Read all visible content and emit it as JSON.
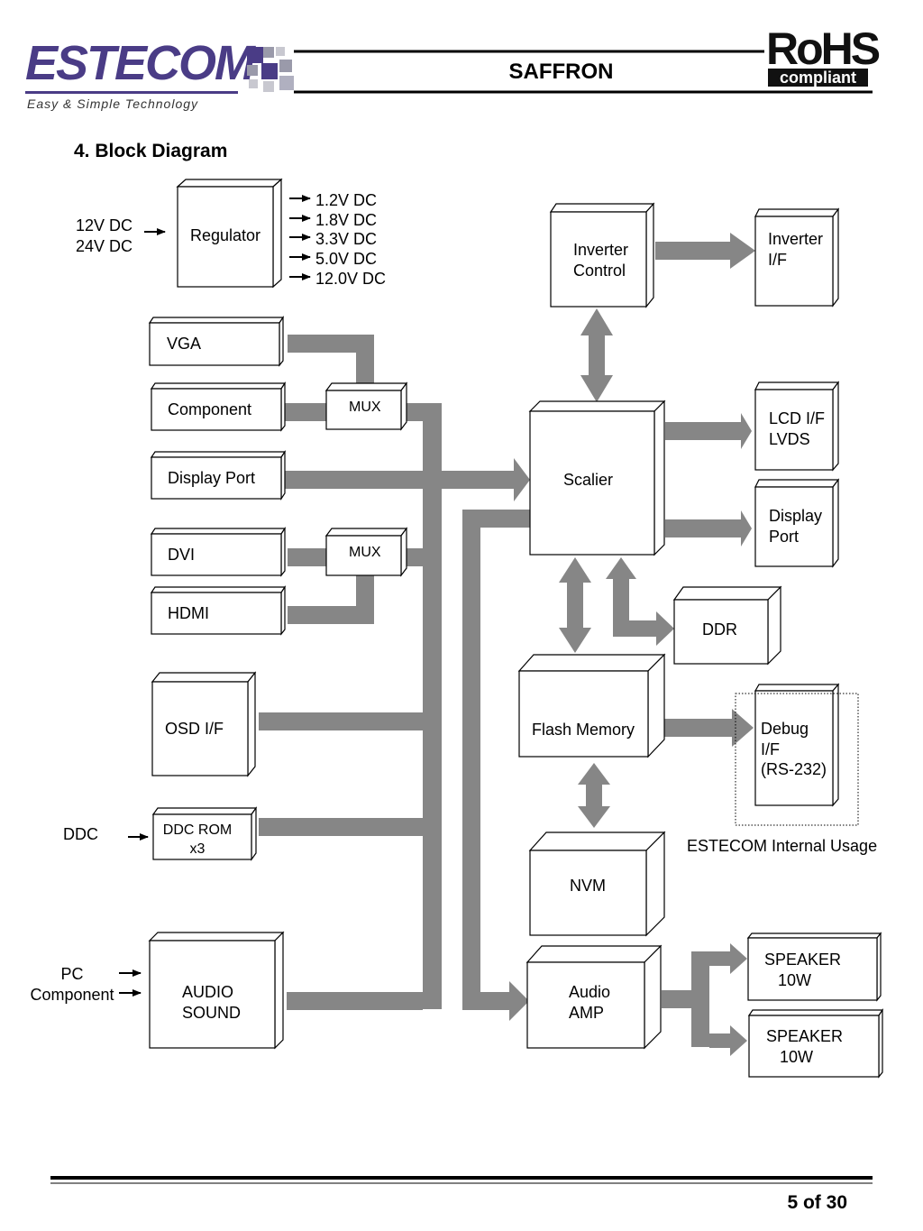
{
  "header": {
    "logo": {
      "text_part1": "ES",
      "text_part2": "TECOM",
      "tagline": "Easy & Simple Technology"
    },
    "doc_title": "SAFFRON",
    "rohs_badge": {
      "top": "RoHS",
      "bottom": "compliant"
    }
  },
  "section_title": "4. Block  Diagram",
  "diagram": {
    "power_inputs": "12V DC\n24V DC",
    "regulator": "Regulator",
    "regulator_outputs": [
      "1.2V DC",
      "1.8V DC",
      "3.3V DC",
      "5.0V DC",
      "12.0V DC"
    ],
    "inputs": {
      "vga": "VGA",
      "component": "Component",
      "display_port": "Display Port",
      "dvi": "DVI",
      "hdmi": "HDMI",
      "osd": "OSD I/F",
      "ddc_rom": "DDC ROM\nx3",
      "audio_sound": "AUDIO\nSOUND"
    },
    "mux1": "MUX",
    "mux2": "MUX",
    "ddc_in": "DDC",
    "pc_component": "PC\nComponent",
    "inverter_control": "Inverter\nControl",
    "inverter_if": "Inverter\nI/F",
    "scaler": "Scalier",
    "lcd_if": "LCD I/F\nLVDS",
    "display_port_out": "Display\nPort",
    "ddr": "DDR",
    "flash_memory": "Flash Memory",
    "debug_if": "Debug\nI/F\n(RS-232)",
    "internal_usage": "ESTECOM Internal Usage",
    "nvm": "NVM",
    "audio_amp": "Audio\nAMP",
    "speaker1": "SPEAKER\n   10W",
    "speaker2": "SPEAKER\n   10W"
  },
  "footer": {
    "page": "5 of 30"
  },
  "colors": {
    "bus": "#868686",
    "logo": "#4a3c86",
    "ink": "#000000"
  }
}
